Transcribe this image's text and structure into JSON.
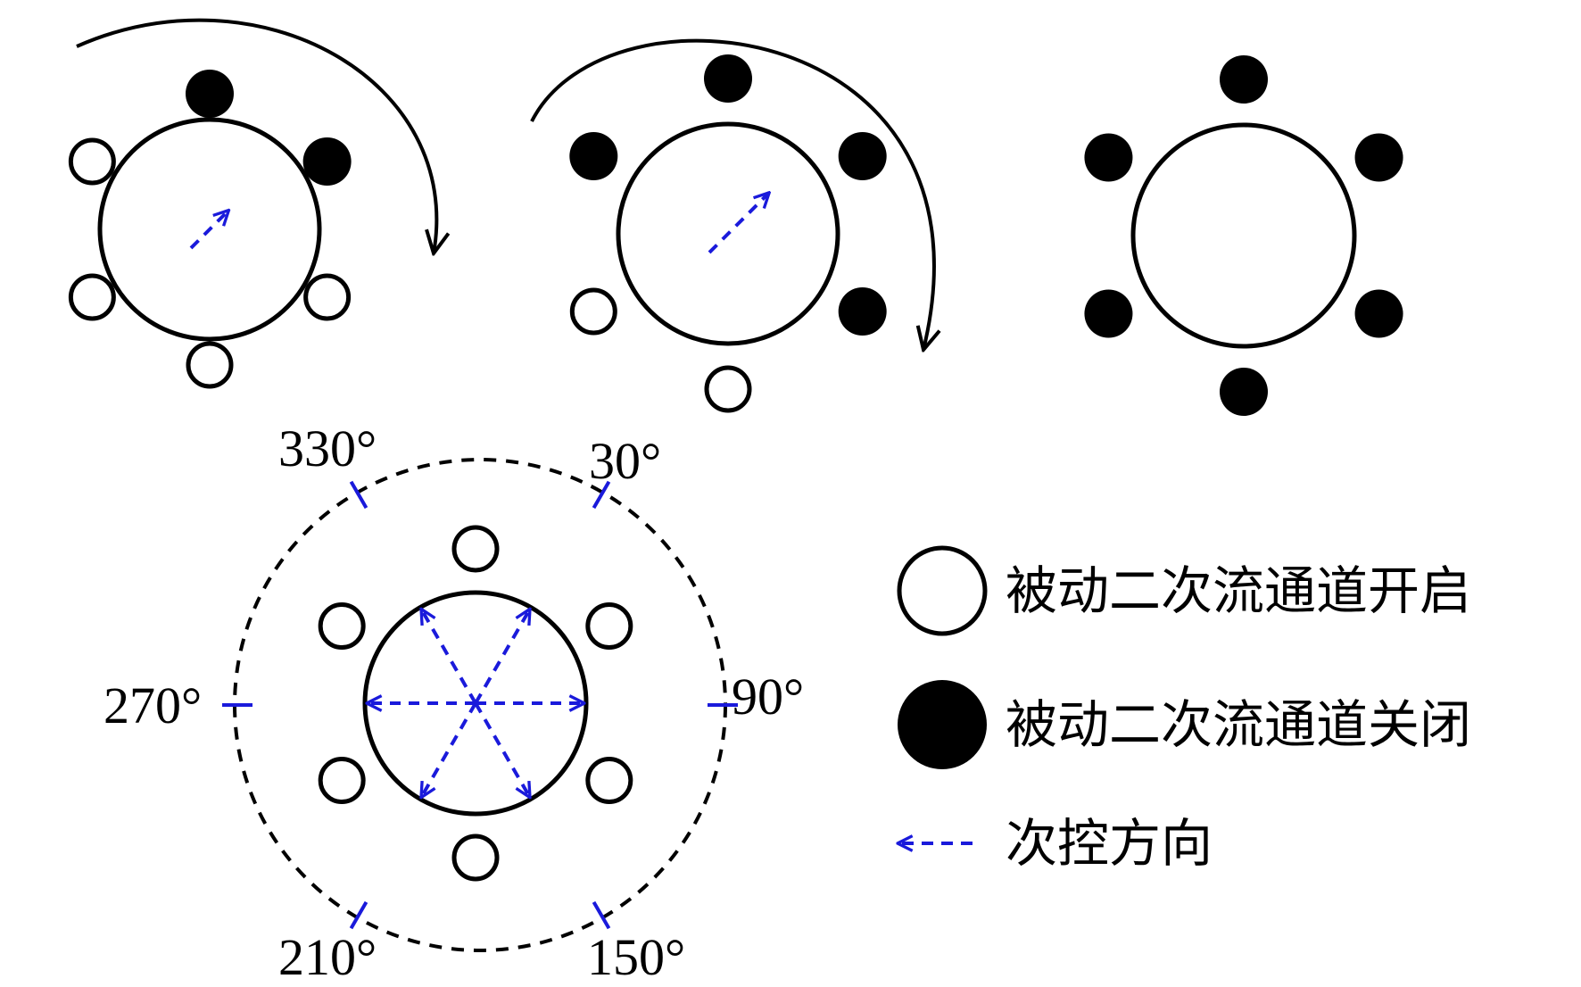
{
  "colors": {
    "outline": "#000000",
    "closed_fill": "#000000",
    "open_fill": "#ffffff",
    "control_direction": "#1a1adb"
  },
  "panels": [
    {
      "name": "panel-1",
      "channels": [
        "closed",
        "closed",
        "open",
        "open",
        "open",
        "open"
      ],
      "control_arrows": [
        45
      ],
      "rotation_arrow": true
    },
    {
      "name": "panel-2",
      "channels": [
        "closed",
        "closed",
        "closed",
        "open",
        "open",
        "closed"
      ],
      "control_arrows": [
        45
      ],
      "rotation_arrow": true
    },
    {
      "name": "panel-3",
      "channels": [
        "closed",
        "closed",
        "closed",
        "closed",
        "closed",
        "closed"
      ],
      "control_arrows": [],
      "rotation_arrow": false
    }
  ],
  "angle_panel": {
    "channels": [
      "open",
      "open",
      "open",
      "open",
      "open",
      "open"
    ],
    "control_arrows": [
      0,
      60,
      120,
      180,
      240,
      300
    ],
    "angle_labels": [
      "330°",
      "30°",
      "270°",
      "90°",
      "210°",
      "150°"
    ]
  },
  "legend": {
    "open_label": "被动二次流通道开启",
    "closed_label": "被动二次流通道关闭",
    "direction_label": "次控方向"
  }
}
